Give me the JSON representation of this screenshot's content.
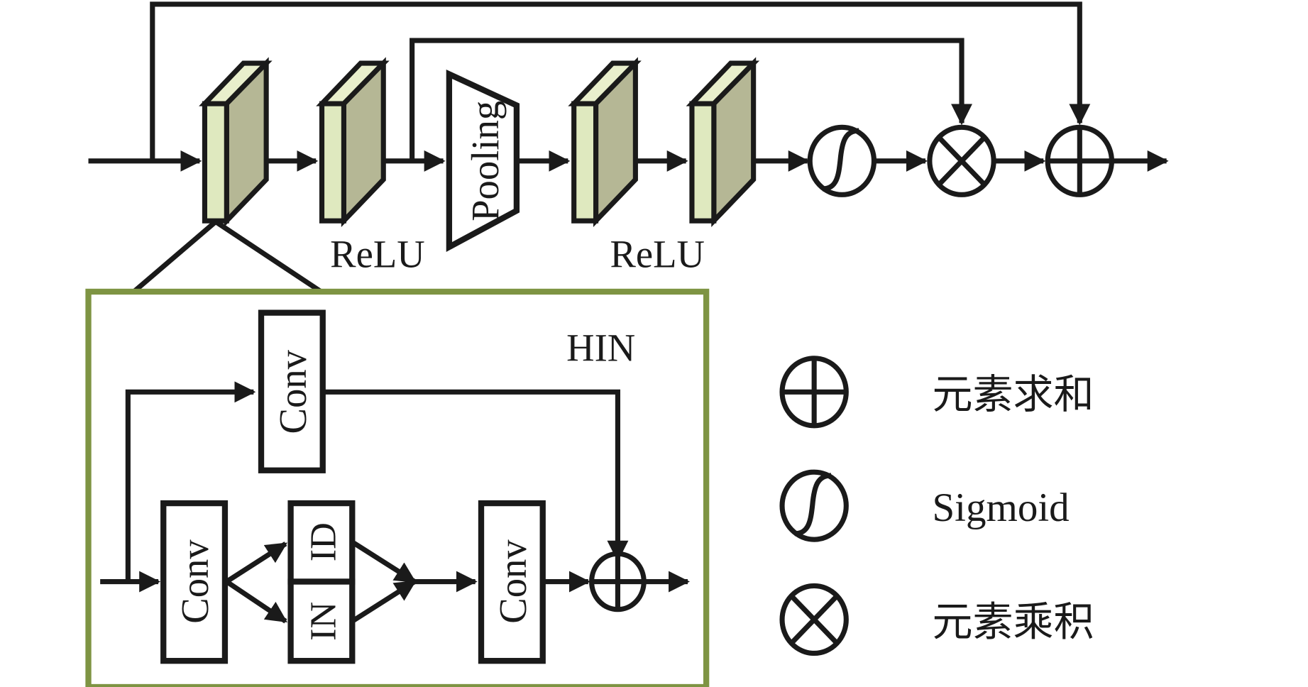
{
  "diagram": {
    "main_flow": {
      "blocks": [
        {
          "id": "conv-block-1",
          "kind": "feature-map",
          "label": ""
        },
        {
          "id": "conv-block-2",
          "kind": "feature-map",
          "label": "ReLU"
        },
        {
          "id": "pooling",
          "kind": "pooling",
          "label": "Pooling"
        },
        {
          "id": "conv-block-3",
          "kind": "feature-map",
          "label": ""
        },
        {
          "id": "conv-block-4",
          "kind": "feature-map",
          "label": "ReLU"
        },
        {
          "id": "sigmoid-op",
          "kind": "sigmoid"
        },
        {
          "id": "multiply-op",
          "kind": "element-product"
        },
        {
          "id": "sum-op",
          "kind": "element-sum"
        }
      ],
      "relu_labels": [
        "ReLU",
        "ReLU"
      ],
      "pooling_label": "Pooling"
    },
    "hin": {
      "title": "HIN",
      "skip_conv_label": "Conv",
      "conv_in_label": "Conv",
      "id_label": "ID",
      "in_label": "IN",
      "conv_out_label": "Conv"
    },
    "legend": [
      {
        "symbol": "element-sum",
        "label": "元素求和"
      },
      {
        "symbol": "sigmoid",
        "label": "Sigmoid"
      },
      {
        "symbol": "element-product",
        "label": "元素乘积"
      }
    ],
    "colors": {
      "line": "#1a1a1a",
      "block_front": "#dfe9bf",
      "block_top": "#e9efcc",
      "block_side": "#b5b795",
      "hin_border": "#7e9443"
    }
  }
}
